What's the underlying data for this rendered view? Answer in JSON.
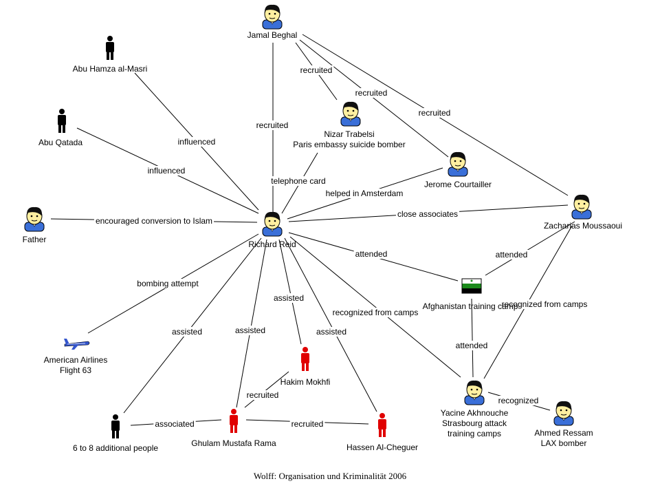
{
  "nodes": [
    {
      "id": "richard",
      "icon": "face",
      "lines": [
        "Richard Reid"
      ]
    },
    {
      "id": "jamal",
      "icon": "face",
      "lines": [
        "Jamal Beghal"
      ]
    },
    {
      "id": "abuhamza",
      "icon": "person-black",
      "lines": [
        "Abu Hamza al-Masri"
      ]
    },
    {
      "id": "abuqatada",
      "icon": "person-black",
      "lines": [
        "Abu Qatada"
      ]
    },
    {
      "id": "nizar",
      "icon": "face",
      "lines": [
        "Nizar Trabelsi",
        "Paris embassy suicide bomber"
      ]
    },
    {
      "id": "jerome",
      "icon": "face",
      "lines": [
        "Jerome Courtailler"
      ]
    },
    {
      "id": "zacharias",
      "icon": "face",
      "lines": [
        "Zacharias Moussaoui"
      ]
    },
    {
      "id": "father",
      "icon": "face",
      "lines": [
        "Father"
      ]
    },
    {
      "id": "afghan",
      "icon": "flag",
      "lines": [
        "Afghanistan training camp"
      ]
    },
    {
      "id": "aa63",
      "icon": "plane",
      "lines": [
        "American Airlines",
        "Flight 63"
      ]
    },
    {
      "id": "hakim",
      "icon": "person-red",
      "lines": [
        "Hakim Mokhfi"
      ]
    },
    {
      "id": "yacine",
      "icon": "face",
      "lines": [
        "Yacine Akhnouche",
        "Strasbourg attack",
        "training camps"
      ]
    },
    {
      "id": "ahmed",
      "icon": "face",
      "lines": [
        "Ahmed Ressam",
        "LAX bomber"
      ]
    },
    {
      "id": "additional",
      "icon": "person-black",
      "lines": [
        "6 to 8 additional people"
      ]
    },
    {
      "id": "ghulam",
      "icon": "person-red",
      "lines": [
        "Ghulam Mustafa Rama"
      ]
    },
    {
      "id": "hassen",
      "icon": "person-red",
      "lines": [
        "Hassen Al-Cheguer"
      ]
    }
  ],
  "edges": [
    {
      "from": "jamal",
      "to": "richard",
      "label": "recruited"
    },
    {
      "from": "jamal",
      "to": "nizar",
      "label": "recruited"
    },
    {
      "from": "jamal",
      "to": "jerome",
      "label": "recruited"
    },
    {
      "from": "jamal",
      "to": "zacharias",
      "label": "recruited"
    },
    {
      "from": "abuhamza",
      "to": "richard",
      "label": "influenced"
    },
    {
      "from": "abuqatada",
      "to": "richard",
      "label": "influenced"
    },
    {
      "from": "nizar",
      "to": "richard",
      "label": "telephone card"
    },
    {
      "from": "jerome",
      "to": "richard",
      "label": "helped in Amsterdam"
    },
    {
      "from": "zacharias",
      "to": "richard",
      "label": "close associates"
    },
    {
      "from": "father",
      "to": "richard",
      "label": "encouraged conversion to Islam"
    },
    {
      "from": "richard",
      "to": "afghan",
      "label": "attended"
    },
    {
      "from": "zacharias",
      "to": "afghan",
      "label": "attended"
    },
    {
      "from": "zacharias",
      "to": "yacine",
      "label": "recognized from camps"
    },
    {
      "from": "richard",
      "to": "aa63",
      "label": "bombing attempt"
    },
    {
      "from": "richard",
      "to": "additional",
      "label": "assisted"
    },
    {
      "from": "richard",
      "to": "ghulam",
      "label": "assisted"
    },
    {
      "from": "richard",
      "to": "hakim",
      "label": "assisted"
    },
    {
      "from": "richard",
      "to": "hassen",
      "label": "assisted"
    },
    {
      "from": "richard",
      "to": "yacine",
      "label": "recognized from camps"
    },
    {
      "from": "afghan",
      "to": "yacine",
      "label": "attended"
    },
    {
      "from": "yacine",
      "to": "ahmed",
      "label": "recognized"
    },
    {
      "from": "additional",
      "to": "ghulam",
      "label": "associated"
    },
    {
      "from": "ghulam",
      "to": "hakim",
      "label": "recruited"
    },
    {
      "from": "ghulam",
      "to": "hassen",
      "label": "recruited"
    }
  ],
  "footer": "Wolff: Organisation und Kriminalität 2006",
  "colors": {
    "face_skin": "#FFEFA0",
    "shirt": "#3A6FD8",
    "hair": "#101010",
    "red_person": "#E00000",
    "black_person": "#000000",
    "plane": "#3355CC"
  }
}
